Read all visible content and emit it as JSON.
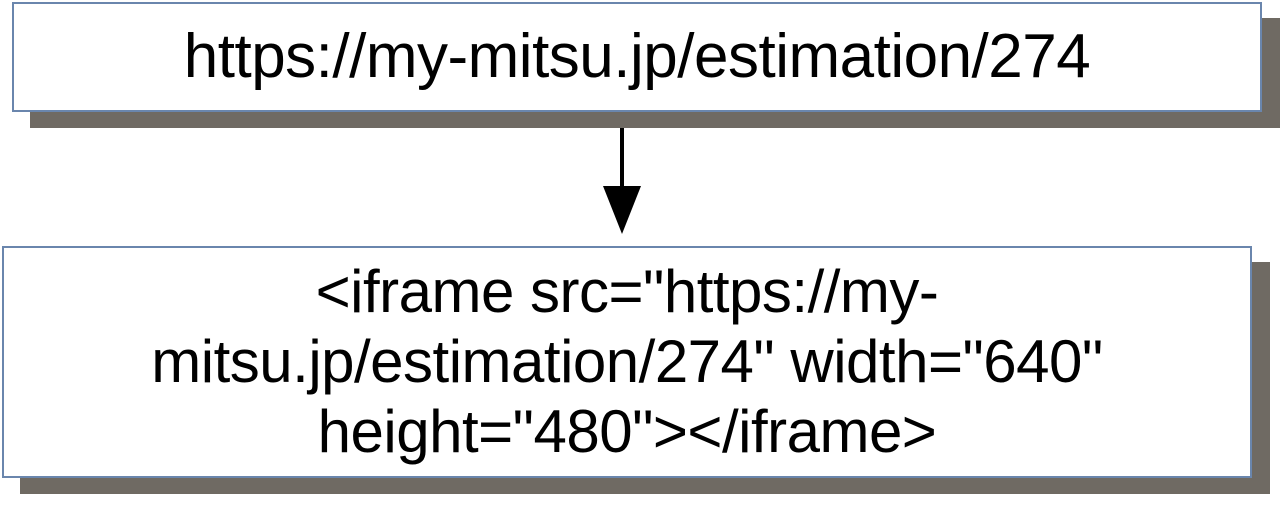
{
  "diagram": {
    "top_node": {
      "text": "https://my-mitsu.jp/estimation/274"
    },
    "bottom_node": {
      "lines": [
        "<iframe src=\"https://my-",
        "mitsu.jp/estimation/274\" width=\"640\"",
        "height=\"480\"></iframe>"
      ]
    },
    "colors": {
      "border": "#6a86ad",
      "shadow": "#6f6a63",
      "arrow": "#000000"
    }
  }
}
